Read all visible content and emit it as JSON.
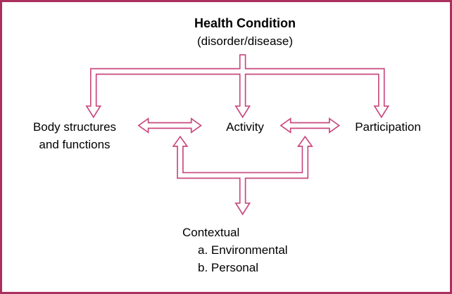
{
  "diagram": {
    "title": "Health Condition",
    "subtitle": "(disorder/disease)",
    "nodes": {
      "body_structures_line1": "Body structures",
      "body_structures_line2": "and functions",
      "activity": "Activity",
      "participation": "Participation"
    },
    "contextual": {
      "title": "Contextual",
      "item_a": "a. Environmental",
      "item_b": "b. Personal"
    },
    "colors": {
      "arrow": "#c8497f",
      "border": "#ab2f5e",
      "background": "#ffffff"
    }
  }
}
